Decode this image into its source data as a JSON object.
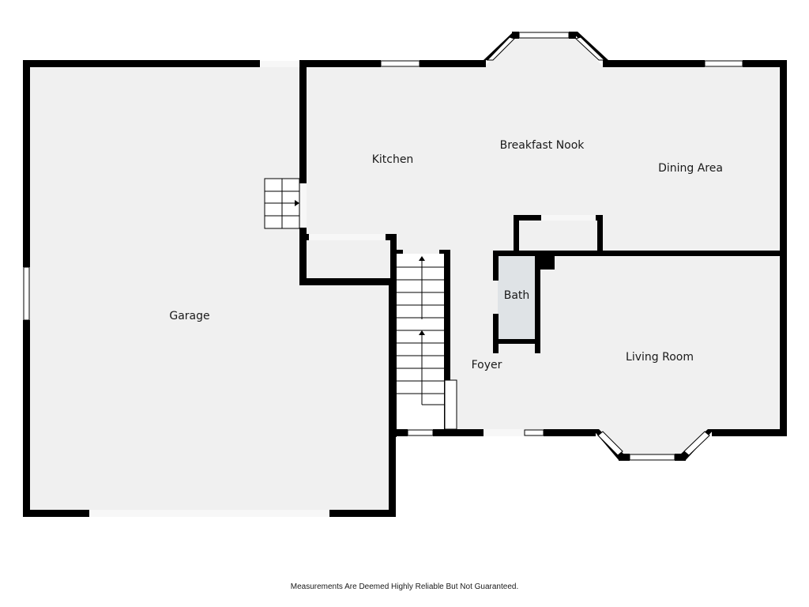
{
  "rooms": {
    "kitchen": "Kitchen",
    "breakfast_nook": "Breakfast Nook",
    "dining_area": "Dining Area",
    "garage": "Garage",
    "bath": "Bath",
    "foyer": "Foyer",
    "living_room": "Living Room"
  },
  "footer": {
    "disclaimer": "Measurements Are Deemed Highly Reliable But Not Guaranteed."
  },
  "colors": {
    "floor": "#f0f0f0",
    "bath_floor": "#dfe3e6",
    "wall": "#000000"
  }
}
